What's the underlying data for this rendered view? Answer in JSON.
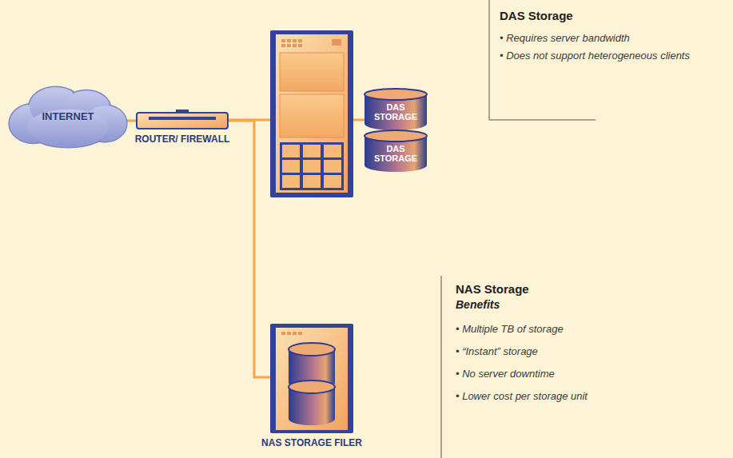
{
  "diagram": {
    "nodes": [
      {
        "text": [
          "INTERNET"
        ]
      },
      {
        "text": [
          "ROUTER/ FIREWALL"
        ]
      },
      {
        "text": [
          "DAS STORAGE"
        ]
      },
      {
        "text": [
          "DAS STORAGE"
        ]
      },
      {
        "text": [
          "NAS STORAGE FILER"
        ]
      }
    ],
    "edges": [
      {
        "from": 0,
        "to": 1,
        "arrow": "none"
      },
      {
        "from": 1,
        "to": 4,
        "arrow": "none"
      }
    ],
    "labels": [
      "DAS Storage",
      "• Requires server bandwidth",
      "• Does not support heterogeneous clients",
      "NAS Storage",
      "Benefits",
      "• Multiple TB of storage",
      "• “Instant” storage",
      "• No server downtime",
      "• Lower cost per storage unit"
    ]
  }
}
